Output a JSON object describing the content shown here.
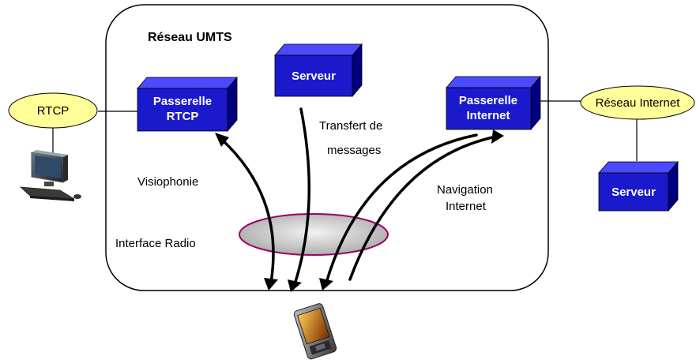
{
  "network": {
    "title": "Réseau UMTS"
  },
  "nodes": {
    "passerelle_rtcp": {
      "line1": "Passerelle",
      "line2": "RTCP"
    },
    "serveur_top": {
      "label": "Serveur"
    },
    "passerelle_internet": {
      "line1": "Passerelle",
      "line2": "Internet"
    },
    "serveur_right": {
      "label": "Serveur"
    }
  },
  "clouds": {
    "rtcp": "RTCP",
    "internet": "Réseau Internet"
  },
  "labels": {
    "visiophonie": "Visiophonie",
    "transfert_line1": "Transfert de",
    "transfert_line2": "messages",
    "navigation_line1": "Navigation",
    "navigation_line2": "Internet",
    "interface_radio": "Interface Radio"
  },
  "colors": {
    "box_front": "#1a1acc",
    "box_top": "#4a4aff",
    "box_side": "#000080",
    "cloud_fill": "#ffff99",
    "radio_fill": "#cccccc",
    "radio_stroke": "#990066"
  }
}
